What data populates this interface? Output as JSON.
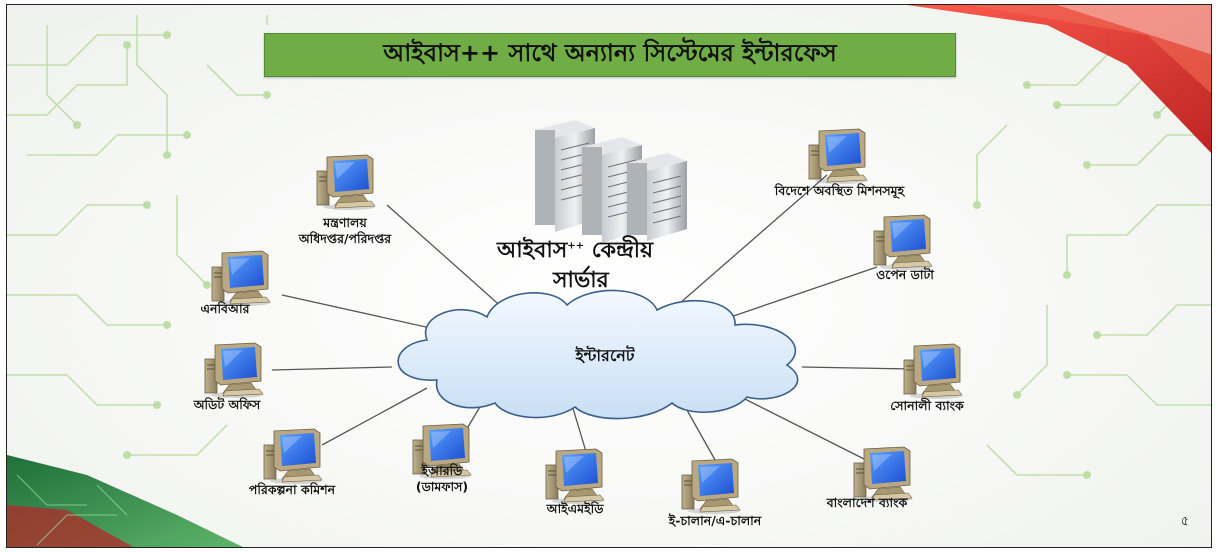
{
  "title": "আইবাস++ সাথে অন্যান্য সিস্টেমের ইন্টারফেস",
  "server": {
    "caption_main": "আইবাস",
    "caption_sup": "++",
    "caption_after": " কেন্দ্রীয়",
    "caption_line2": "সার্ভার"
  },
  "cloud_label": "ইন্টারনেট",
  "nodes": [
    {
      "label_1": "মন্ত্রণালয়",
      "label_2": "অধিদপ্তর/পরিদপ্তর"
    },
    {
      "label_1": "এনবিআর"
    },
    {
      "label_1": "অডিট অফিস"
    },
    {
      "label_1": "পরিকল্পনা কমিশন"
    },
    {
      "label_1": "ইআরডি",
      "label_2": "(ডামফাস)"
    },
    {
      "label_1": "আইএমইডি"
    },
    {
      "label_1": "ই-চালান/এ-চালান"
    },
    {
      "label_1": "বাংলাদেশ ব্যাংক"
    },
    {
      "label_1": "সোনালী ব্যাংক"
    },
    {
      "label_1": "ওপেন ডাটা"
    },
    {
      "label_1": "বিদেশে অবস্থিত মিশনসমূহ"
    }
  ],
  "page_number": "৫",
  "colors": {
    "title_bg": "#70ad47",
    "circuit": "#a9d18e",
    "accent_red": "#e02020",
    "accent_green": "#2e8b3e"
  },
  "icons": {
    "computer": "desktop-computer-icon",
    "server": "server-rack-icon",
    "cloud": "internet-cloud-icon"
  }
}
